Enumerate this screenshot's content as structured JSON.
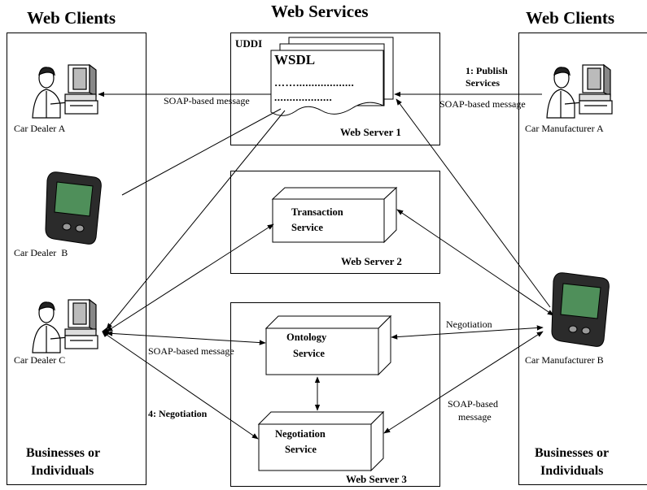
{
  "headers": {
    "left": "Web Clients",
    "center": "Web Services",
    "right": "Web Clients"
  },
  "left_footer": [
    "Businesses or",
    "Individuals"
  ],
  "right_footer": [
    "Businesses or",
    "Individuals"
  ],
  "clients": {
    "dealer_a": "Car Dealer A",
    "dealer_b": "Car Dealer  B",
    "dealer_c": "Car Dealer C",
    "manufacturer_a": "Car Manufacturer A",
    "manufacturer_b": "Car Manufacturer B"
  },
  "servers": {
    "server1": "Web Server 1",
    "server2": "Web Server 2",
    "server3": "Web Server 3",
    "uddi": "UDDI",
    "wsdl": "WSDL",
    "wsdl_line1": "……...................",
    "wsdl_line2": "..................."
  },
  "services": {
    "transaction": [
      "Transaction",
      "Service"
    ],
    "ontology": [
      "Ontology",
      "Service"
    ],
    "negotiation": [
      "Negotiation",
      "Service"
    ]
  },
  "messages": {
    "soap_left": "SOAP-based message",
    "soap_right": "SOAP-based message",
    "soap_dealer_c": "SOAP-based message",
    "publish": [
      "1: Publish",
      "Services"
    ],
    "negotiation_step": "4: Negotiation",
    "negotiation": "Negotiation",
    "soap_mfr_b": [
      "SOAP-based",
      "message"
    ]
  },
  "colors": {
    "device_screen": "#4f8f5a",
    "device_body": "#2b2b2b",
    "line": "#000000"
  }
}
